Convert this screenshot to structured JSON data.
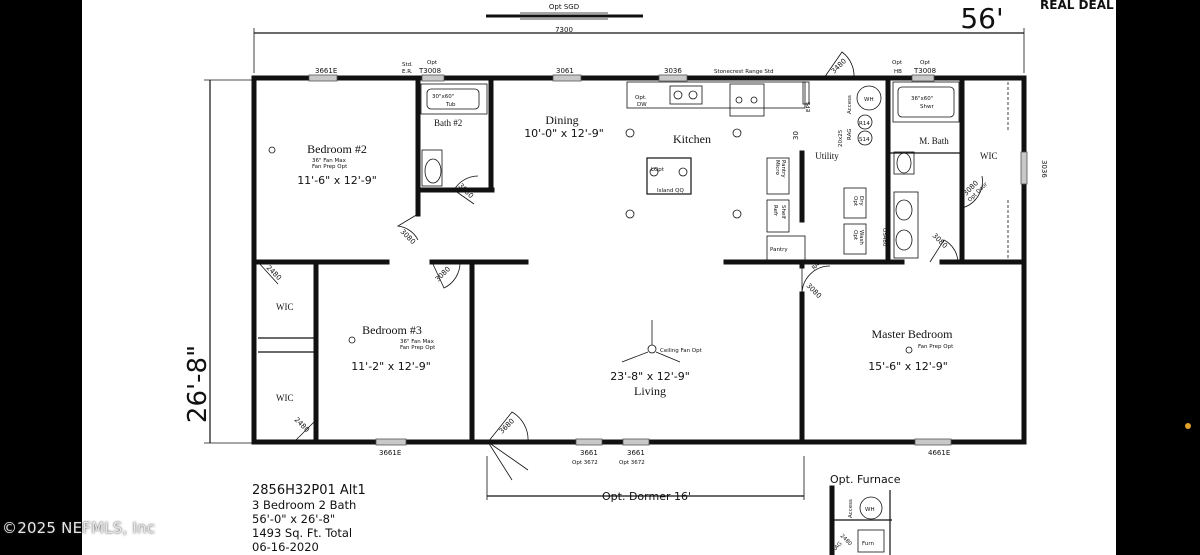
{
  "brand_note": "REAL DEAL",
  "dimensions": {
    "width": "56'",
    "width_code": "7300",
    "depth": "26'-8\""
  },
  "top_notes": {
    "sgd": "Opt SGD"
  },
  "rooms": {
    "dining": {
      "name": "Dining",
      "size": "10'-0\" x 12'-9\""
    },
    "kitchen": {
      "name": "Kitchen"
    },
    "bedroom2": {
      "name": "Bedroom #2",
      "size": "11'-6\" x 12'-9\"",
      "fan": "36\" Fan Max",
      "fan2": "Fan Prep Opt"
    },
    "bath2": {
      "name": "Bath #2",
      "tub": "30\"x60\"",
      "tub2": "Tub"
    },
    "bedroom3": {
      "name": "Bedroom #3",
      "size": "11'-2\" x 12'-9\"",
      "fan": "36\" Fan Max",
      "fan2": "Fan Prep Opt"
    },
    "living": {
      "name": "Living",
      "size": "23'-8\" x 12'-9\"",
      "fan": "Ceiling Fan Opt"
    },
    "master": {
      "name": "Master Bedroom",
      "size": "15'-6\" x 12'-9\"",
      "fan": "Fan Prep Opt"
    },
    "mbath": {
      "name": "M. Bath",
      "shower": "36\"x60\"",
      "shower2": "Shwr"
    },
    "utility": {
      "name": "Utility"
    },
    "wic": "WIC",
    "pantry": "Pantry"
  },
  "labels": {
    "w_3661e_top": "3661E",
    "std_er": "Std.",
    "std_er2": "E.R.",
    "opt_t3008_a": "Opt",
    "opt_t3008_b": "T3008",
    "w_3061": "3061",
    "w_3036_top": "3036",
    "range": "Stonecrest Range Std",
    "door_3480": "3480",
    "opt_hb": "Opt",
    "opt_hb2": "HB",
    "opt_t3008_c": "Opt",
    "opt_t3008_d": "T3008",
    "opt_dw": "Opt.",
    "opt_dw2": "DW",
    "eps": "EPS",
    "access": "Access",
    "wh": "WH",
    "rag": "RAG",
    "r14": "R14",
    "s14": "S14",
    "v20x25": "20x25",
    "v30": "30",
    "door_3080": "3080",
    "island": "Island QQ",
    "lopt": "LOpt",
    "micro": "Micro",
    "pantry2": "Pantry",
    "shelf": "Shelf",
    "refr": "Refr",
    "opt_dry": "Opt",
    "opt_dry2": "Dry",
    "opt_wash": "Opt",
    "opt_wash2": "Wash",
    "os480": "OS480",
    "door_2480": "2480",
    "w_3036_right": "3036",
    "opt_door": "Opt Door",
    "w_3661e_bottom": "3661E",
    "w_3680": "3680",
    "w_3661_a": "3661",
    "w_3672_a": "Opt 3672",
    "w_3661_b": "3661",
    "w_3672_b": "Opt 3672",
    "w_4661e": "4661E",
    "rag2": "RAG"
  },
  "info_block": {
    "model": "2856H32P01 Alt1",
    "beds_baths": "3 Bedroom 2 Bath",
    "size": "56'-0\" x 26'-8\"",
    "sqft": "1493 Sq. Ft. Total",
    "date": "06-16-2020"
  },
  "dormer": "Opt. Dormer 16'",
  "furnace": {
    "title": "Opt. Furnace",
    "access": "Access",
    "wh": "WH",
    "door": "2480",
    "rag": "RAG",
    "furn": "Furn"
  },
  "watermark": "©2025 NEFMLS, Inc"
}
